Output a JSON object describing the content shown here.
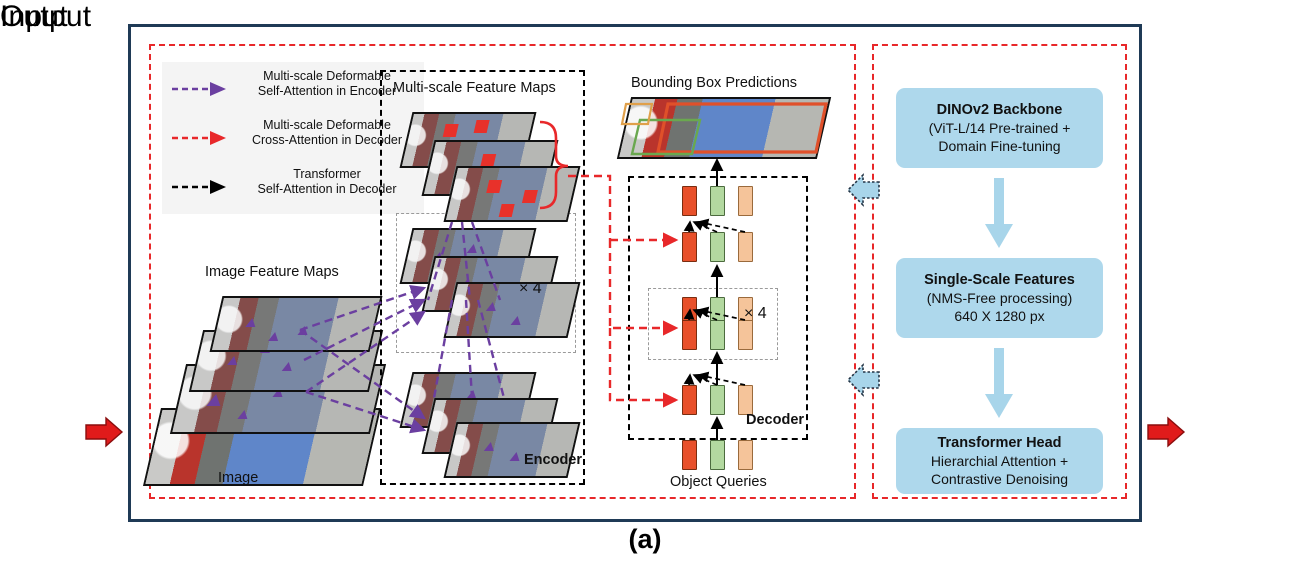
{
  "figure": {
    "caption": "(a)",
    "input_label": "Input",
    "output_label": "Output"
  },
  "legend": {
    "items": [
      {
        "name": "purple-dashed-arrow",
        "color": "#6b3fa0",
        "line1": "Multi-scale Deformable",
        "line2": "Self-Attention in Encoder"
      },
      {
        "name": "red-dashed-arrow",
        "color": "#e8282a",
        "line1": "Multi-scale Deformable",
        "line2": "Cross-Attention in Decoder"
      },
      {
        "name": "black-dashed-arrow",
        "color": "#000000",
        "line1": "Transformer",
        "line2": "Self-Attention in Decoder"
      }
    ]
  },
  "left_panel": {
    "image_feature_maps_label": "Image Feature Maps",
    "image_label": "Image",
    "multi_scale_feature_maps_label": "Multi-scale Feature Maps",
    "encoder_label": "Encoder",
    "encoder_repeat": "× 4",
    "bounding_box_predictions_label": "Bounding Box Predictions",
    "decoder_label": "Decoder",
    "decoder_repeat": "× 4",
    "object_queries_label": "Object Queries"
  },
  "right_panel": {
    "boxes": [
      {
        "title": "DINOv2 Backbone",
        "line2": "(ViT-L/14 Pre-trained +",
        "line3": "Domain Fine-tuning"
      },
      {
        "title": "Single-Scale Features",
        "line2": "(NMS-Free processing)",
        "line3": "640 X 1280 px"
      },
      {
        "title": "Transformer Head",
        "line2": "Hierarchial Attention +",
        "line3": "Contrastive Denoising"
      }
    ]
  },
  "colors": {
    "frame": "#1f3a56",
    "panel_dash": "#e8282a",
    "box_fill": "#aed8ec",
    "arrow_fill": "#a8d5ea",
    "io_arrow": "#e01b1b",
    "token_red": "#e8502a",
    "token_green": "#b3d9a0",
    "token_orange": "#f5c49a",
    "purple": "#6b3fa0"
  }
}
